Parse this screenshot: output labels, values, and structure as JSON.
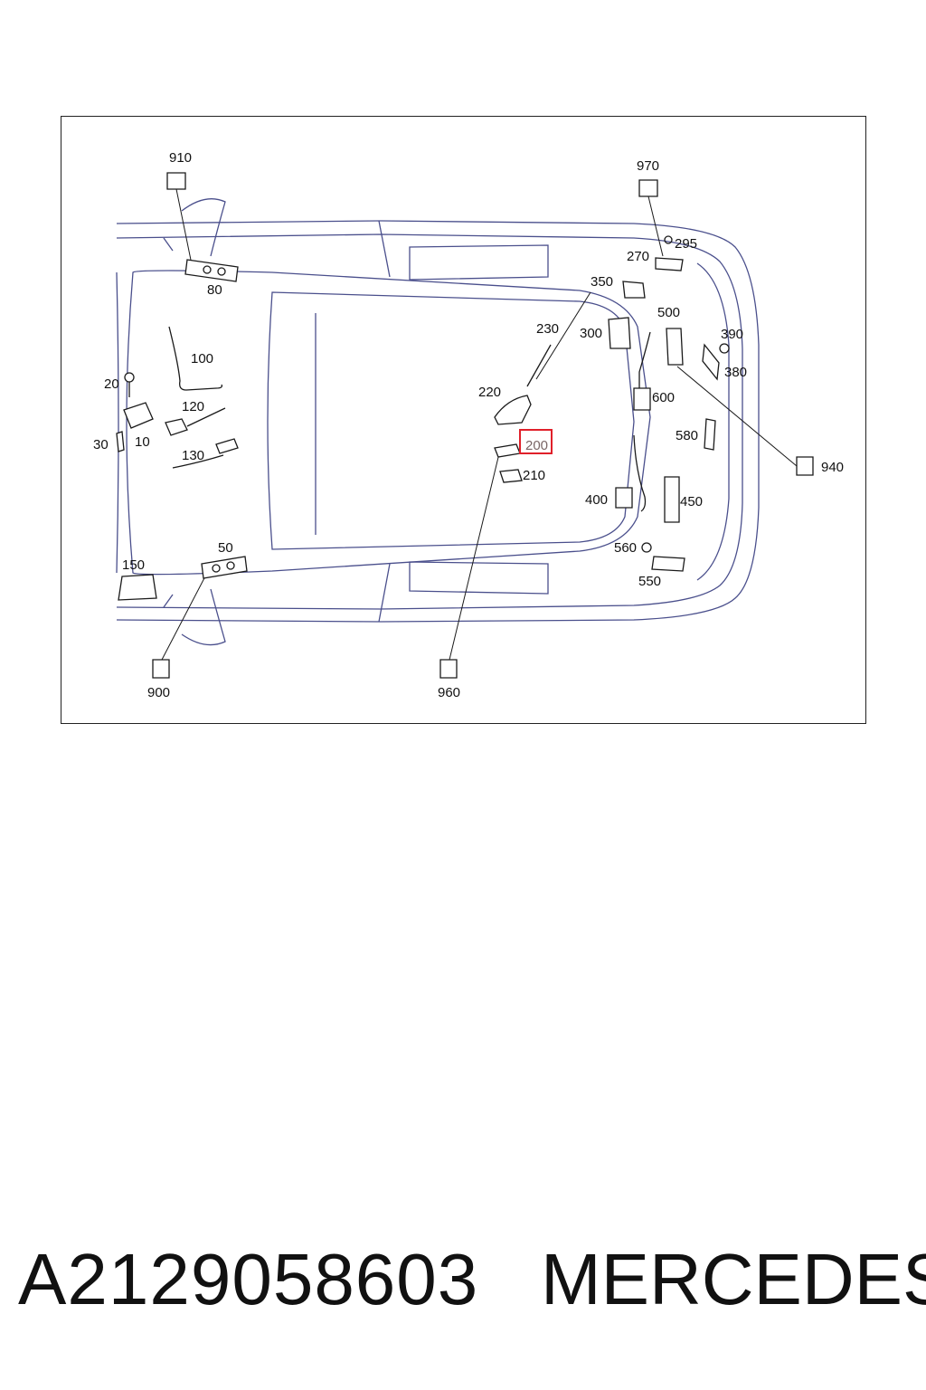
{
  "labels": {
    "l910": "910",
    "l970": "970",
    "l295": "295",
    "l270": "270",
    "l80": "80",
    "l350": "350",
    "l230": "230",
    "l500": "500",
    "l300": "300",
    "l390": "390",
    "l380": "380",
    "l100": "100",
    "l20": "20",
    "l220": "220",
    "l600": "600",
    "l120": "120",
    "l30": "30",
    "l10": "10",
    "l580": "580",
    "l200": "200",
    "l130": "130",
    "l940": "940",
    "l210": "210",
    "l400": "400",
    "l450": "450",
    "l50": "50",
    "l560": "560",
    "l150": "150",
    "l550": "550",
    "l900": "900",
    "l960": "960"
  },
  "highlight": {
    "label": "200",
    "color": "#e0202a"
  },
  "colors": {
    "car_outline": "#4a4f8c",
    "parts": "#1a1a1a"
  },
  "footer": {
    "part_number": "A2129058603",
    "brand": "MERCEDES"
  }
}
